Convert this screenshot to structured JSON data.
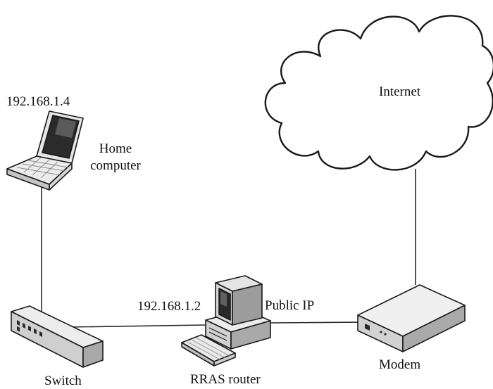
{
  "colors": {
    "background": "#ffffff",
    "stroke": "#1a1a1a",
    "device_light": "#f2f2f2",
    "device_mid": "#c8c8c8",
    "device_dark": "#6e6e6e",
    "screen": "#2a2a2a"
  },
  "nodes": {
    "internet": {
      "label": "Internet",
      "icon": "cloud-icon"
    },
    "home_computer": {
      "label_line1": "Home",
      "label_line2": "computer",
      "ip": "192.168.1.4",
      "icon": "laptop-icon"
    },
    "switch": {
      "label": "Switch",
      "icon": "switch-icon"
    },
    "rras_router": {
      "label": "RRAS router",
      "private_ip": "192.168.1.2",
      "public_ip": "Public IP",
      "icon": "desktop-computer-icon"
    },
    "modem": {
      "label": "Modem",
      "icon": "modem-icon"
    }
  },
  "links": [
    {
      "from": "home_computer",
      "to": "switch"
    },
    {
      "from": "switch",
      "to": "rras_router"
    },
    {
      "from": "rras_router",
      "to": "modem"
    },
    {
      "from": "modem",
      "to": "internet"
    }
  ]
}
